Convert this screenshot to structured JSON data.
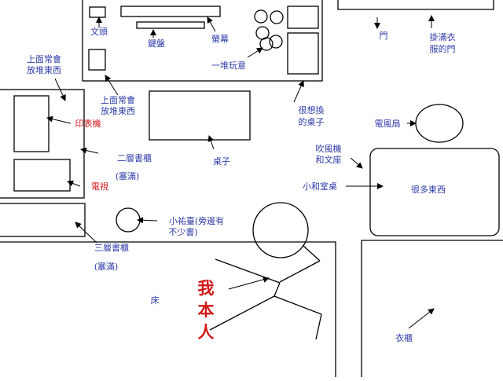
{
  "labels": {
    "scissors": "文頭",
    "keyboard": "鍵盤",
    "screen": "螢幕",
    "toys": "一堆玩意",
    "shelf_stuff_1": "上面常會",
    "shelf_stuff_2": "放堆東西",
    "desk_stuff_1": "上面常會",
    "desk_stuff_2": "放堆東西",
    "messy_desk_1": "很想換",
    "messy_desk_2": "的桌子",
    "door": "門",
    "wardrobe_1": "掛滿衣",
    "wardrobe_2": "服的門",
    "fan": "電風扇",
    "printer": "印表機",
    "bookshelf2": "二層書櫃",
    "full_1": "(塞滿)",
    "tv": "電視",
    "table": "桌子",
    "dryer_1": "吹風機",
    "dryer_2": "和文座",
    "small_table": "小和室桌",
    "many_things": "很多東西",
    "round_table_1": "小祐臺(旁邊有",
    "round_table_2": "不少書)",
    "bookshelf3": "三層書櫃",
    "full_2": "(塞滿)",
    "bed": "床",
    "me_1": "我",
    "me_2": "本",
    "me_3": "人",
    "closet": "衣櫃"
  }
}
